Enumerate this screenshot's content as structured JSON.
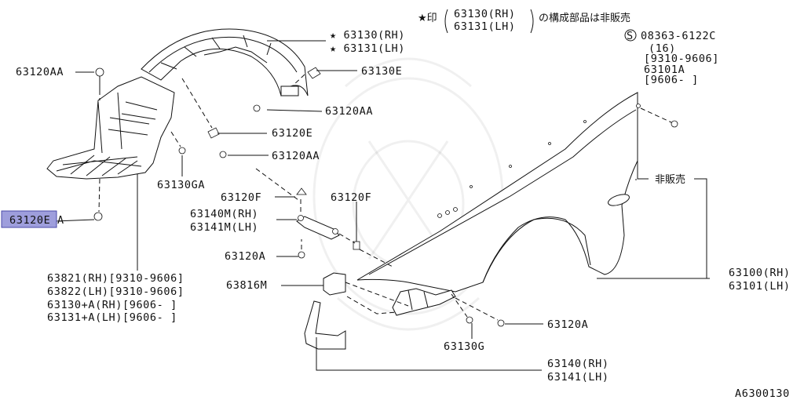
{
  "note": {
    "star": "★印",
    "part_rh": "63130(RH)",
    "part_lh": "63131(LH)",
    "suffix": "の構成部品は非販売"
  },
  "labels": {
    "p63130_star": "★ 63130(RH)",
    "p63131_star": "★ 63131(LH)",
    "p63120AA_top": "63120AA",
    "p63130E": "63130E",
    "p63120AA_mid": "63120AA",
    "p63120E": "63120E",
    "p63120AA_low": "63120AA",
    "p63130GA": "63130GA",
    "p63120F_left": "63120F",
    "p63120F_right": "63120F",
    "p63140M": "63140M(RH)",
    "p63141M": "63141M(LH)",
    "p63120EA_pre": "63120E",
    "p63120EA_post": "A",
    "p63120A_left": "63120A",
    "p63816M": "63816M",
    "p63821": "63821(RH)[9310-9606]",
    "p63822": "63822(LH)[9310-9606]",
    "p63130A": "63130+A(RH)[9606-    ]",
    "p63131A": "63131+A(LH)[9606-    ]",
    "screw_s": "S",
    "screw_num": "08363-6122C",
    "screw_qty": "(16)",
    "screw_range": "[9310-9606]",
    "p63101A": "63101A",
    "p63101A_range": "[9606-    ]",
    "not_sold": "非販売",
    "p63100": "63100(RH)",
    "p63101": "63101(LH)",
    "p63130G": "63130G",
    "p63120A_right": "63120A",
    "p63140": "63140(RH)",
    "p63141": "63141(LH)",
    "diagram_code": "A6300130"
  },
  "highlight_color": "#9e9edc"
}
